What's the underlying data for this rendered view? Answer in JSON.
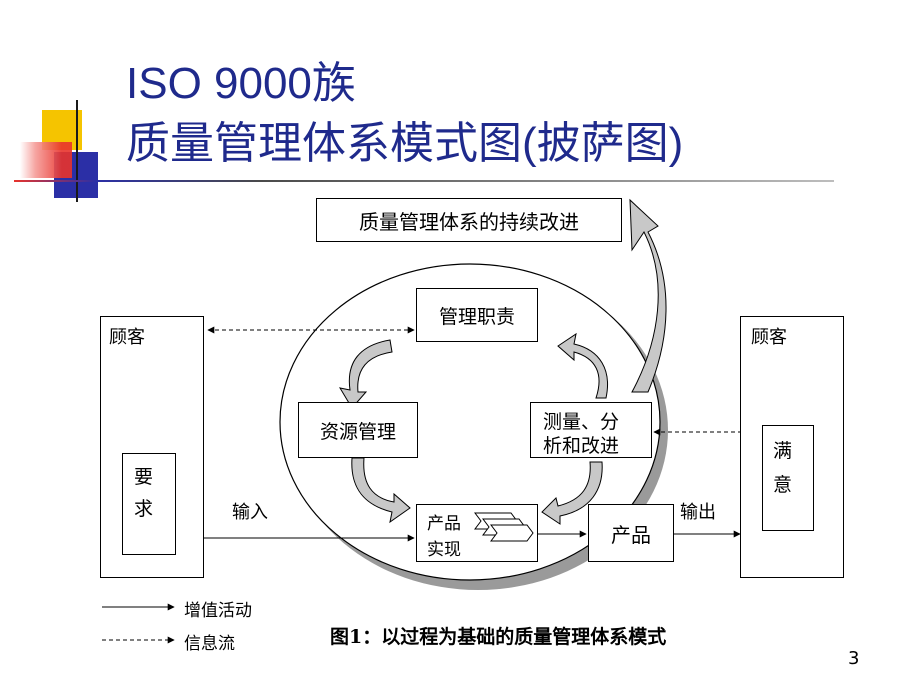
{
  "title": {
    "line1": "ISO 9000族",
    "line2": "质量管理体系模式图(披萨图)"
  },
  "diagram": {
    "improvement_label": "质量管理体系的持续改进",
    "management_responsibility": "管理职责",
    "resource_management": "资源管理",
    "measurement_line1": "测量、分",
    "measurement_line2": "析和改进",
    "product_realization_line1": "产品",
    "product_realization_line2": "实现",
    "product": "产品",
    "customer_left": "顾客",
    "customer_right": "顾客",
    "requirements_line1": "要",
    "requirements_line2": "求",
    "satisfaction_line1": "满",
    "satisfaction_line2": "意",
    "input_label": "输入",
    "output_label": "输出"
  },
  "legend": {
    "value_added": "增值活动",
    "information_flow": "信息流"
  },
  "caption": "图1：以过程为基础的质量管理体系模式",
  "page_number": "3",
  "colors": {
    "title": "#1f2a8c",
    "deco_yellow": "#f5c400",
    "deco_red": "#e8332c",
    "deco_blue": "#2b2fa6",
    "arrow_fill": "#c8c8c8",
    "shadow": "#9a9a9a"
  }
}
